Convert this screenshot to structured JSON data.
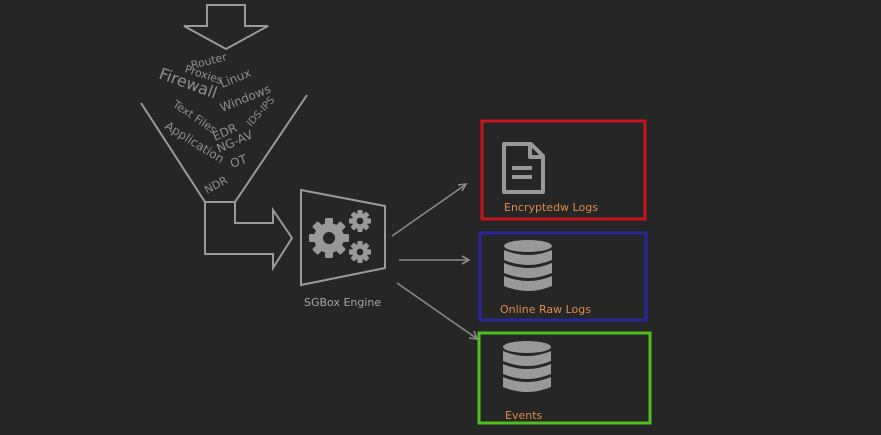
{
  "sources": [
    "Router",
    "Proxies",
    "Linux",
    "Firewall",
    "Windows",
    "IDS-IPS",
    "Text Files",
    "EDR",
    "Application",
    "NG-AV",
    "OT",
    "NDR"
  ],
  "engine": {
    "label": "SGBox Engine",
    "icon": "gears-icon"
  },
  "outputs": [
    {
      "label": "Encryptedw Logs",
      "icon": "document-icon",
      "border_color": "#c8161d"
    },
    {
      "label": "Online Raw Logs",
      "icon": "database-icon",
      "border_color": "#26279a"
    },
    {
      "label": "Events",
      "icon": "database-icon",
      "border_color": "#4fbf1f"
    }
  ],
  "colors": {
    "background": "#262626",
    "line": "#9a9a9a",
    "output_label": "#e08a4e"
  }
}
